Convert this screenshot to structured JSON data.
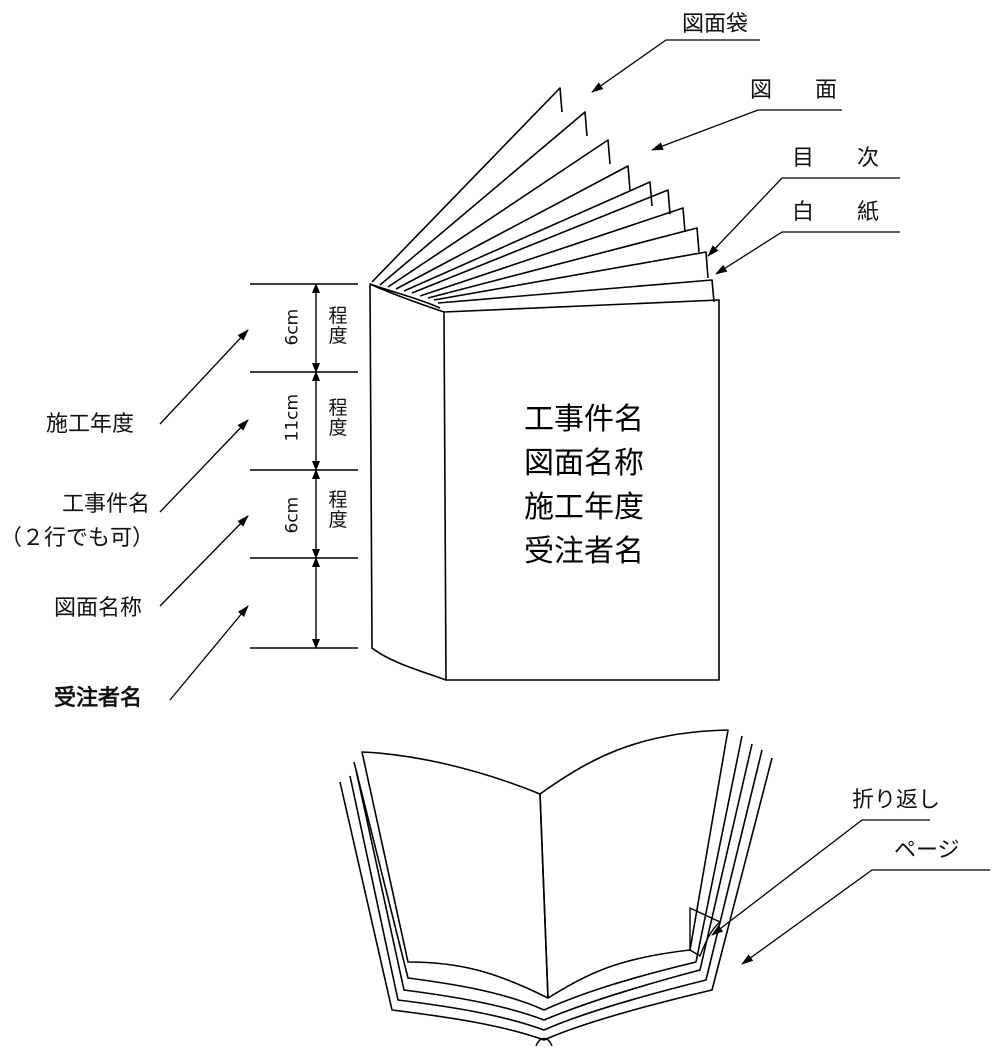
{
  "closed_book": {
    "labels": {
      "drawing_envelope": "図面袋",
      "drawings": "図 面",
      "contents": "目 次",
      "blank_sheet": "白 紙"
    },
    "cover_text": [
      "工事件名",
      "図面名称",
      "施工年度",
      "受注者名"
    ],
    "spine_labels": {
      "construction_year": "施工年度",
      "project_name": "工事件名",
      "project_name_note": "（２行でも可）",
      "drawing_title": "図面名称",
      "contractor_name": "受注者名"
    },
    "spine_dimensions": [
      {
        "size": "6cm",
        "unit_note": "程度"
      },
      {
        "size": "11cm",
        "unit_note": "程度"
      },
      {
        "size": "6cm",
        "unit_note": "程度"
      }
    ]
  },
  "open_book": {
    "labels": {
      "fold_back": "折り返し",
      "page": "ページ"
    }
  }
}
